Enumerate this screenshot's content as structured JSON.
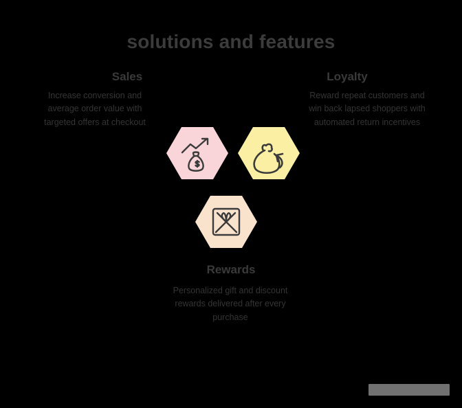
{
  "slide": {
    "background_color": "#000000",
    "title": "solutions and features",
    "title_color": "#3c3c3c"
  },
  "columns": {
    "left": {
      "heading": "Sales",
      "body": "Increase conversion and average order value with targeted offers at checkout"
    },
    "right": {
      "heading": "Loyalty",
      "body": "Reward repeat customers and win back lapsed shoppers with automated return incentives"
    },
    "bottom": {
      "heading": "Rewards",
      "body": "Personalized gift and discount rewards delivered after every purchase"
    }
  },
  "badges": [
    {
      "id": "sales",
      "label": "Sales",
      "icon": "money-bag-growth-icon",
      "fill_color": "#F9D5D9",
      "stroke_color": "#3b3b3b"
    },
    {
      "id": "returns",
      "label": "Loyalty",
      "icon": "money-bag-return-icon",
      "fill_color": "#FAEFA2",
      "stroke_color": "#3b3b3b"
    },
    {
      "id": "rewards",
      "label": "Rewards",
      "icon": "gift-box-icon",
      "fill_color": "#FAE3CC",
      "stroke_color": "#3b3b3b"
    }
  ],
  "watermark": {
    "label": "",
    "color": "#7b7b7b"
  }
}
